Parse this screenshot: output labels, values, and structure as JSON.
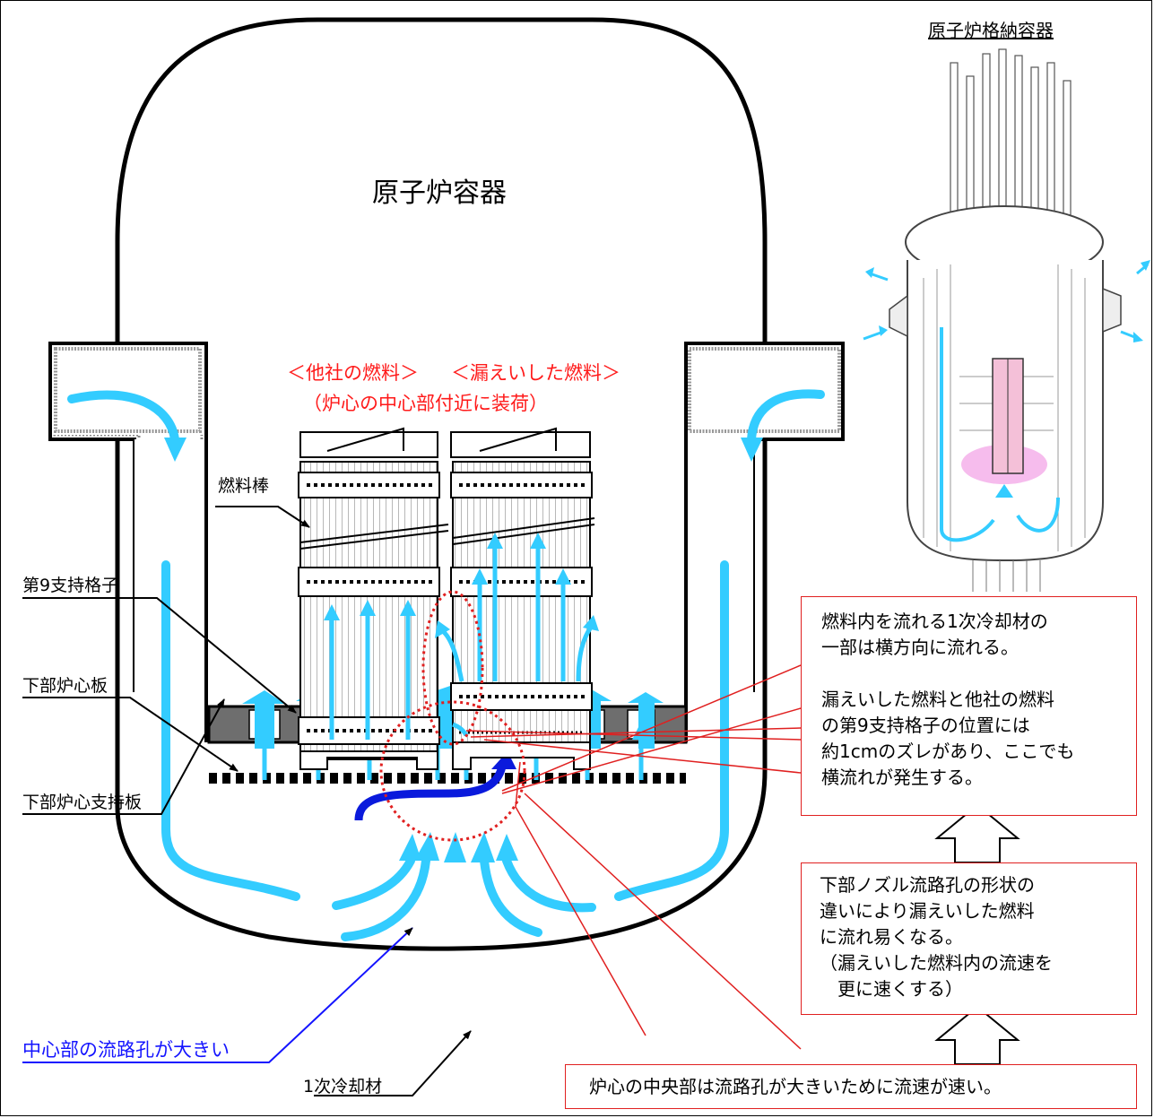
{
  "labels": {
    "containment_vessel": "原子炉格納容器",
    "reactor_vessel": "原子炉容器",
    "other_company_fuel": "＜他社の燃料＞",
    "leaked_fuel": "＜漏えいした燃料＞",
    "loaded_near_center": "（炉心の中心部付近に装荷）",
    "fuel_rod": "燃料棒",
    "ninth_support_grid": "第9支持格子",
    "lower_core_plate": "下部炉心板",
    "lower_core_support_plate": "下部炉心支持板",
    "center_flow_hole_large": "中心部の流路孔が大きい",
    "primary_coolant": "1次冷却材"
  },
  "notes": {
    "crossflow": "燃料内を流れる1次冷却材の\n一部は横方向に流れる。\n\n漏えいした燃料と他社の燃料\nの第9支持格子の位置には\n約1cmのズレがあり、ここでも\n横流れが発生する。",
    "nozzle_shape": "下部ノズル流路孔の形状の\n違いにより漏えいした燃料\nに流れ易くなる。\n（漏えいした燃料内の流速を\n　更に速くする）",
    "core_center_speed": "炉心の中央部は流路孔が大きいために流速が速い。"
  },
  "colors": {
    "coolant_flow": "#33ccff",
    "highlight_flow": "#0a1adc",
    "callout": "#e02020",
    "label_red": "#ff1a1a",
    "label_blue": "#1414ff",
    "plate_gray": "#6e6e6e",
    "fuel_pink": "#f4c0d8"
  }
}
